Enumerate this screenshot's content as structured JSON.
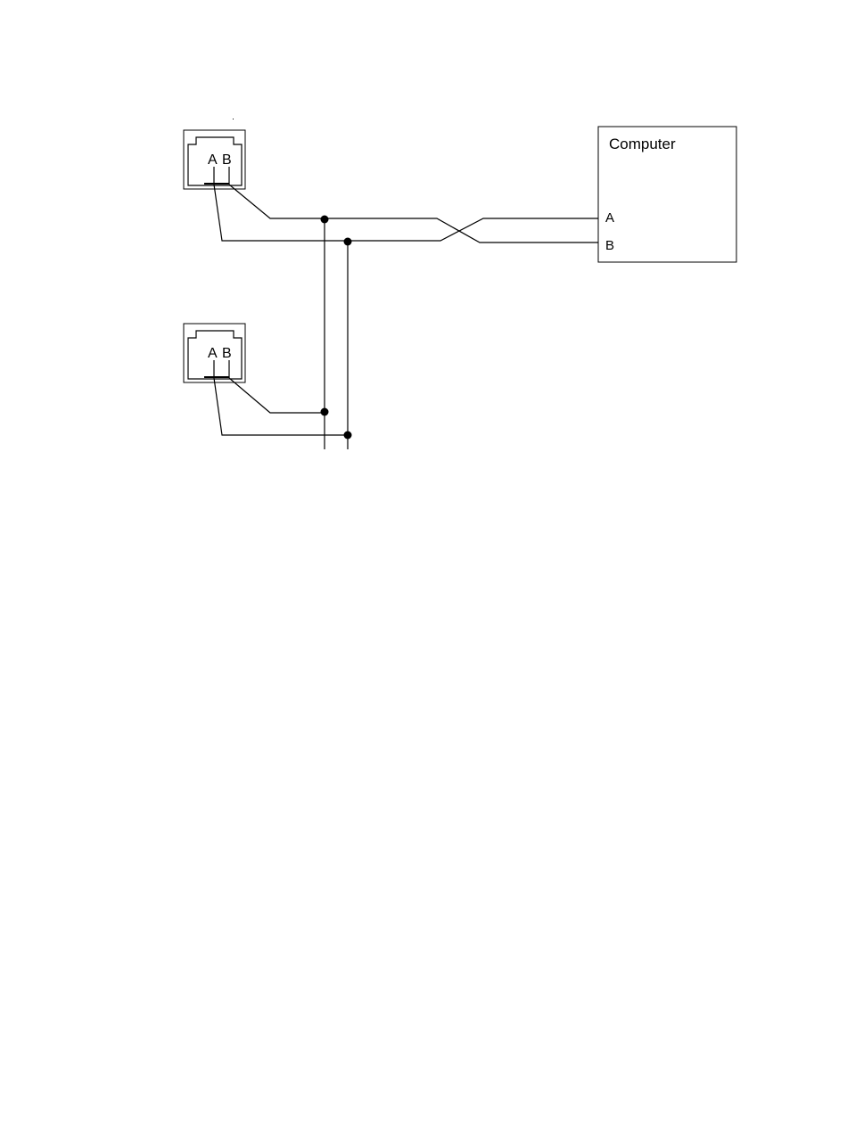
{
  "diagram": {
    "jacks": [
      {
        "pin_a_label": "A",
        "pin_b_label": "B"
      },
      {
        "pin_a_label": "A",
        "pin_b_label": "B"
      }
    ],
    "computer": {
      "title": "Computer",
      "pin_a_label": "A",
      "pin_b_label": "B"
    },
    "colors": {
      "line": "#000000",
      "background": "#ffffff"
    }
  }
}
